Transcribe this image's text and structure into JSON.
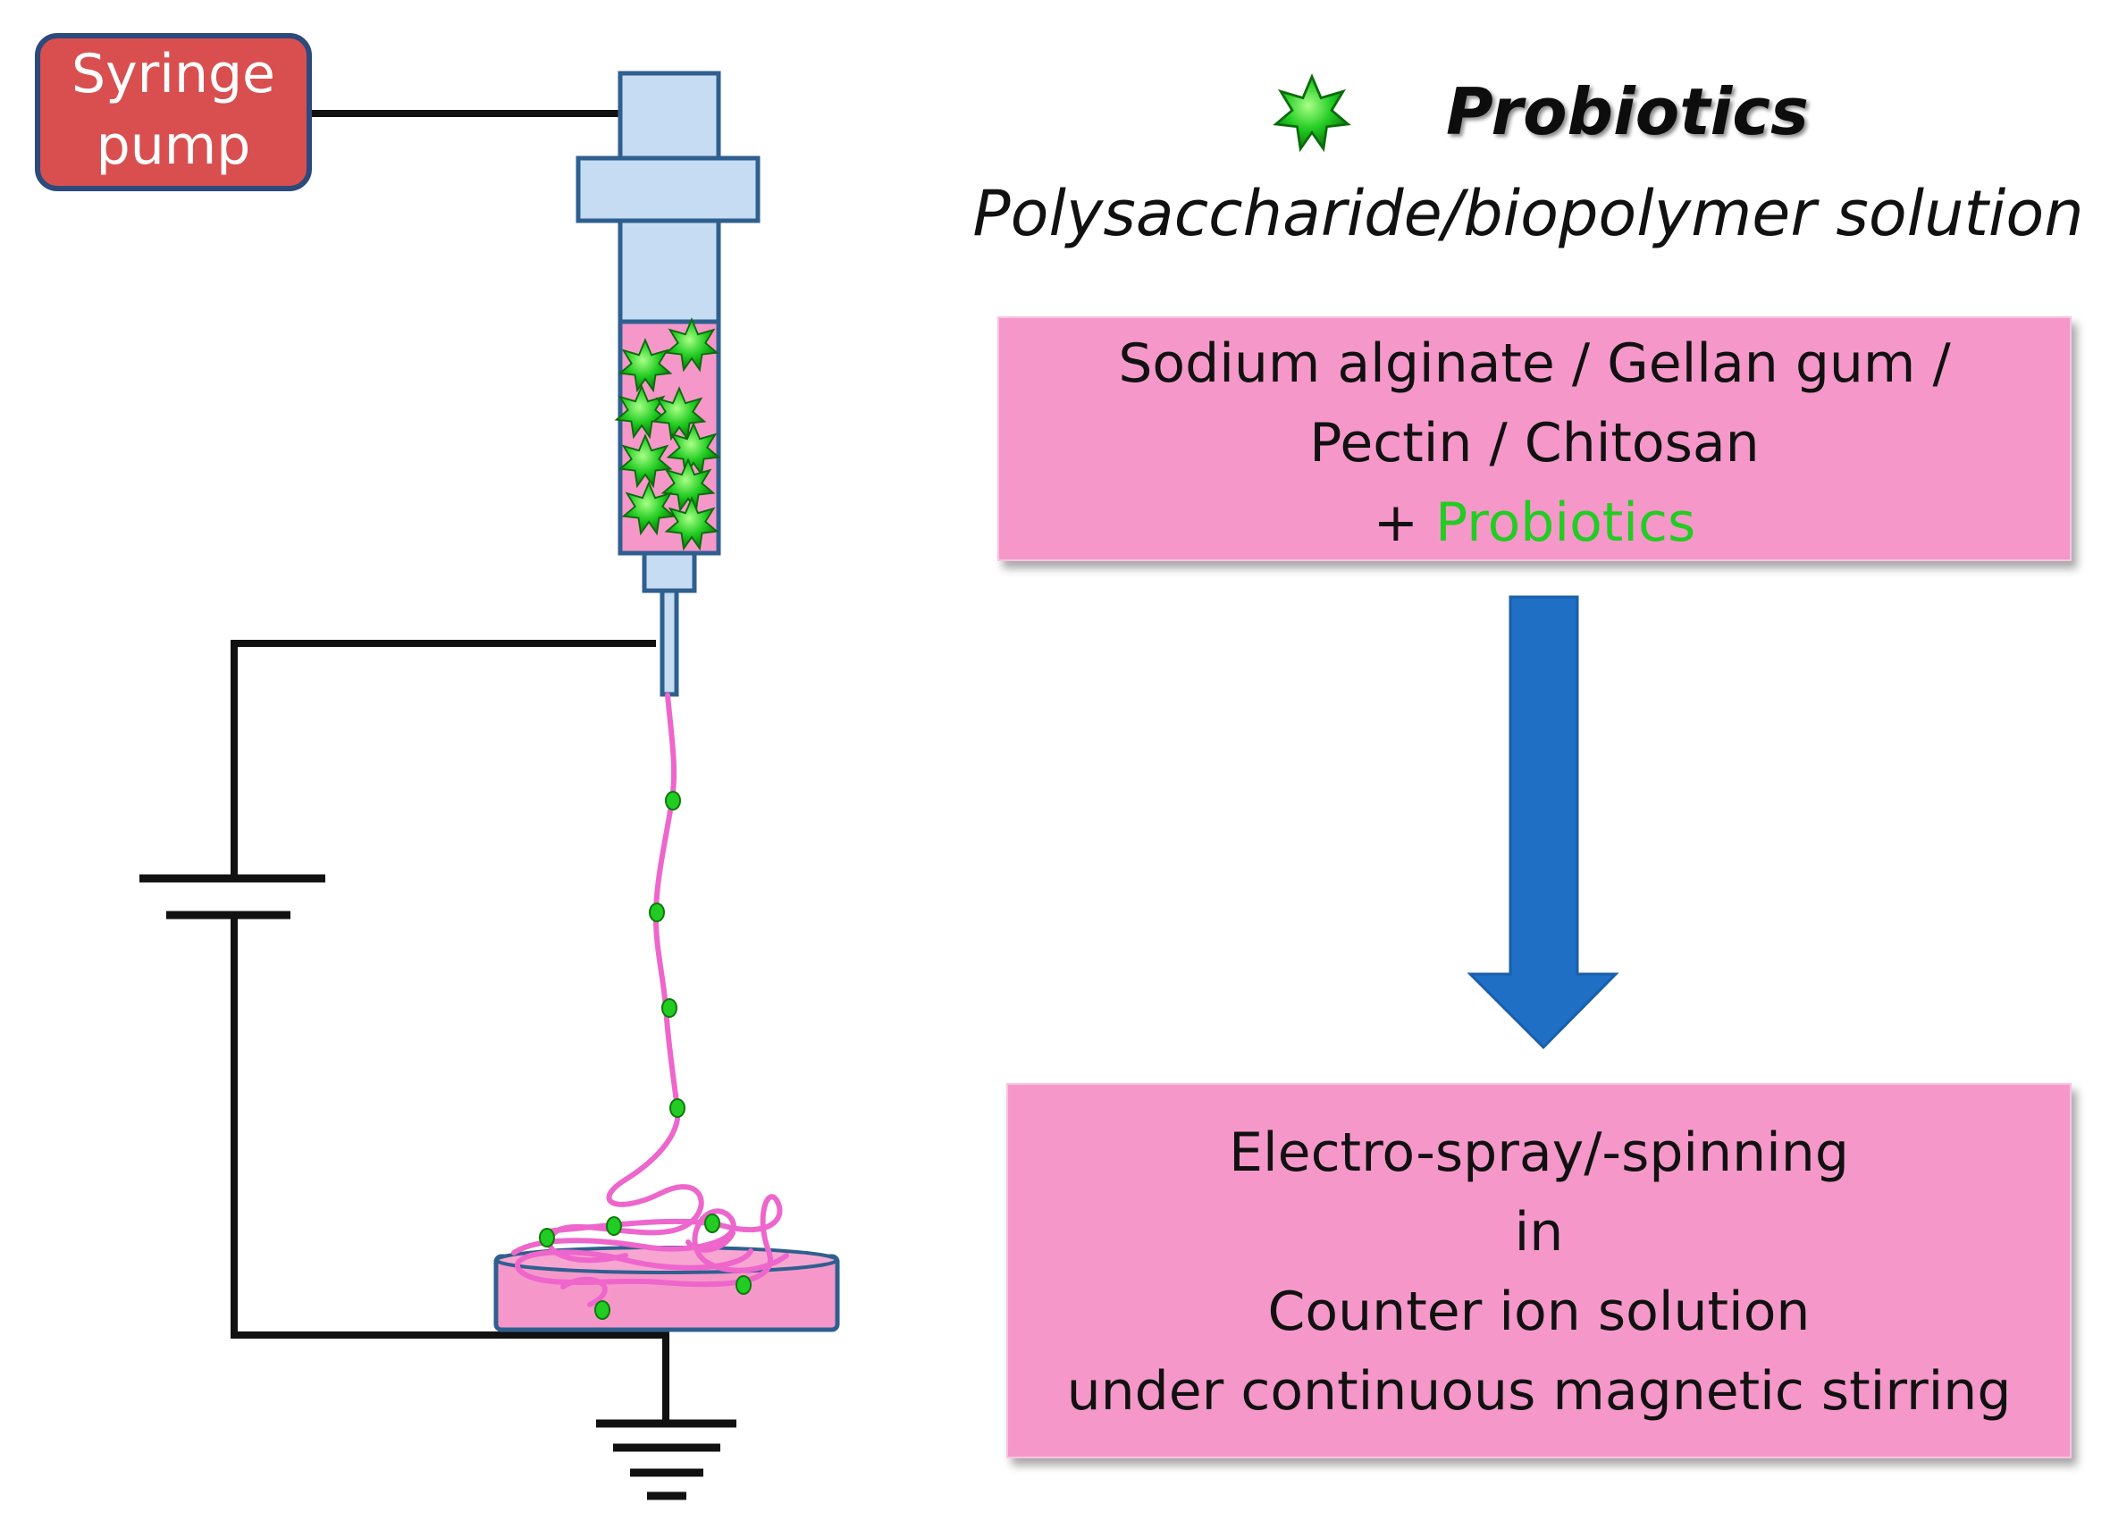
{
  "syringe_pump": {
    "line1": "Syringe",
    "line2": "pump"
  },
  "legend": {
    "probiotics_label": "Probiotics",
    "solution_label": "Polysaccharide/biopolymer solution"
  },
  "box1": {
    "line1": "Sodium alginate / Gellan gum /",
    "line2": "Pectin / Chitosan",
    "line3_prefix": "+ ",
    "line3_highlight": "Probiotics"
  },
  "box2": {
    "line1": "Electro-spray/-spinning",
    "line2": "in",
    "line3": "Counter ion solution",
    "line4": "under continuous magnetic stirring"
  },
  "colors": {
    "pump_fill": "#d94f4f",
    "pump_border": "#2c4a7a",
    "syringe_fill": "#c6dcf2",
    "syringe_border": "#2f5f8f",
    "solution_pink": "#f598c9",
    "fiber_pink": "#ee66cc",
    "probiotic_green": "#22cc22",
    "arrow_blue": "#1f6fc5",
    "box_pink": "#f598c9",
    "wire": "#111111"
  },
  "icons": {
    "probiotic": "green-star-icon",
    "battery": "battery-symbol-icon",
    "ground": "ground-symbol-icon",
    "arrow": "down-arrow-icon"
  }
}
